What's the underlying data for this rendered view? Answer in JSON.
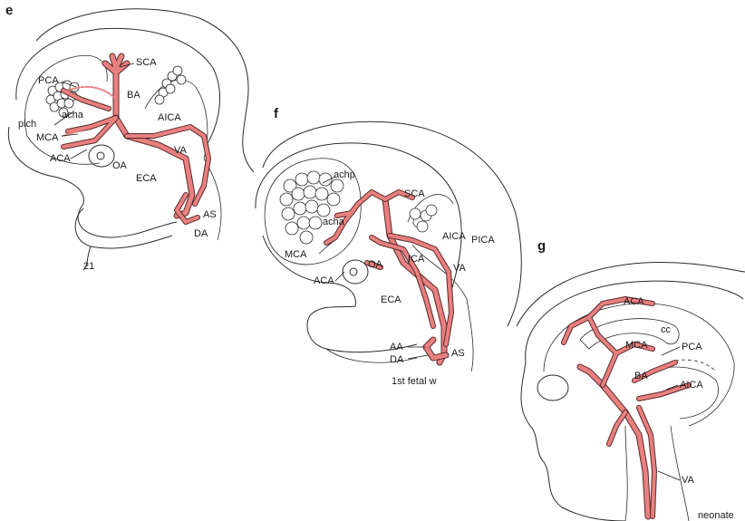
{
  "panels": [
    {
      "letter": "e",
      "caption": "21",
      "labels": [
        "SCA",
        "PCA",
        "BA",
        "acha",
        "plch",
        "AICA",
        "MCA",
        "VA",
        "ACA",
        "OA",
        "ECA",
        "AS",
        "DA"
      ]
    },
    {
      "letter": "f",
      "caption": "1st fetal w",
      "labels": [
        "achp",
        "SCA",
        "acha",
        "AICA",
        "PICA",
        "MCA",
        "ICA",
        "OA",
        "VA",
        "ACA",
        "ECA",
        "AA",
        "AS",
        "DA"
      ]
    },
    {
      "letter": "g",
      "caption": "neonate",
      "labels": [
        "ACA",
        "cc",
        "MCA",
        "PCA",
        "BA",
        "AICA",
        "VA"
      ]
    }
  ],
  "colors": {
    "vessel": "#e8807f",
    "outline": "#2b2b2b",
    "background": "#ffffff"
  }
}
